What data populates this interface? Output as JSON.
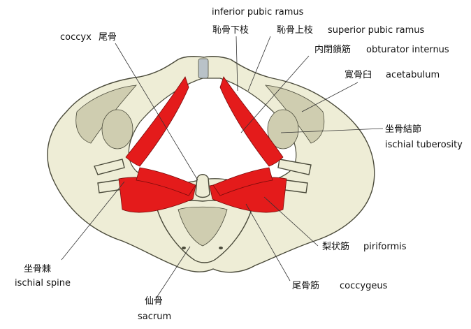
{
  "colors": {
    "bone_fill": "#eeedd6",
    "bone_stroke": "#4a4a3a",
    "bone_shadow": "#cfcdb0",
    "muscle_fill": "#e41b1b",
    "muscle_stroke": "#7a0b0b",
    "cartilage": "#b9c2c8",
    "leader_line": "#333333"
  },
  "labels": {
    "coccyx_en": "coccyx",
    "coccyx_jp": "尾骨",
    "inferior_pubic_ramus_en": "inferior pubic ramus",
    "inferior_pubic_ramus_jp": "恥骨下枝",
    "superior_pubic_ramus_jp": "恥骨上枝",
    "superior_pubic_ramus_en": "superior pubic ramus",
    "obturator_internus_jp": "内閉鎖筋",
    "obturator_internus_en": "obturator internus",
    "acetabulum_jp": "寛骨臼",
    "acetabulum_en": "acetabulum",
    "ischial_tuberosity_jp": "坐骨結節",
    "ischial_tuberosity_en": "ischial tuberosity",
    "piriformis_jp": "梨状筋",
    "piriformis_en": "piriformis",
    "coccygeus_jp": "尾骨筋",
    "coccygeus_en": "coccygeus",
    "sacrum_jp": "仙骨",
    "sacrum_en": "sacrum",
    "ischial_spine_jp": "坐骨棘",
    "ischial_spine_en": "ischial spine"
  }
}
